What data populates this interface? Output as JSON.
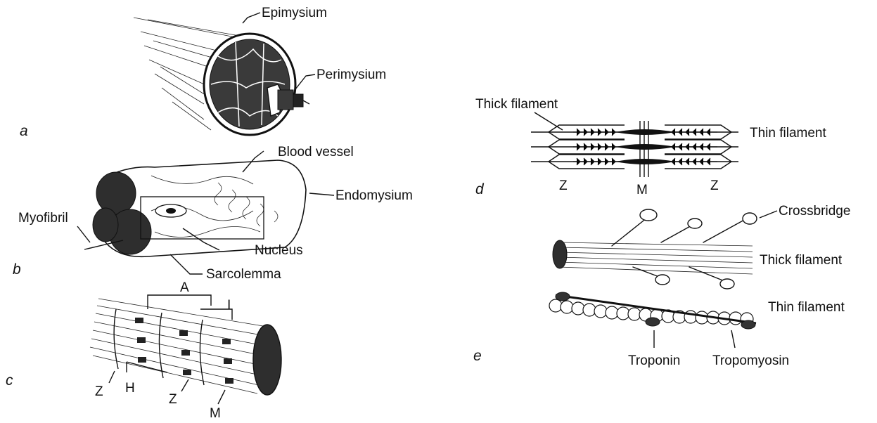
{
  "panels": {
    "a": "a",
    "b": "b",
    "c": "c",
    "d": "d",
    "e": "e"
  },
  "labels": {
    "epimysium": "Epimysium",
    "perimysium": "Perimysium",
    "blood_vessel": "Blood vessel",
    "endomysium": "Endomysium",
    "myofibril": "Myofibril",
    "nucleus": "Nucleus",
    "sarcolemma": "Sarcolemma",
    "a_band": "A",
    "i_band": "I",
    "h_zone": "H",
    "z_line_1": "Z",
    "z_line_2": "Z",
    "m_line_c": "M",
    "thick_filament_d": "Thick filament",
    "thin_filament_d": "Thin filament",
    "z_left_d": "Z",
    "m_d": "M",
    "z_right_d": "Z",
    "crossbridge": "Crossbridge",
    "thick_filament_e": "Thick filament",
    "thin_filament_e": "Thin filament",
    "troponin": "Troponin",
    "tropomyosin": "Tropomyosin"
  }
}
